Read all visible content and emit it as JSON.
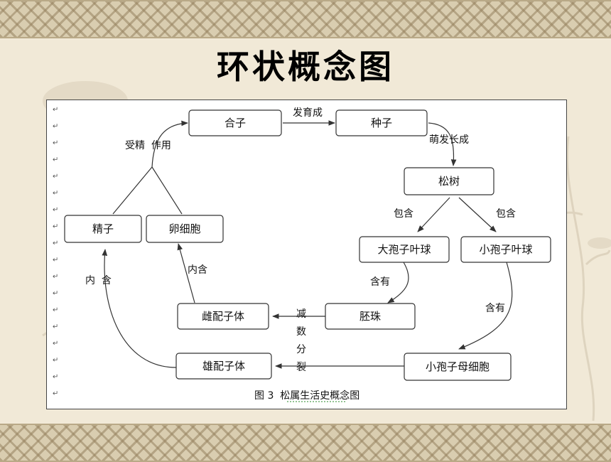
{
  "title": "环状概念图",
  "diagram": {
    "nodes": {
      "zygote": "合子",
      "seed": "种子",
      "pine": "松树",
      "megastrobilus": "大孢子叶球",
      "microstrobilus": "小孢子叶球",
      "sperm": "精子",
      "egg": "卵细胞",
      "female_gametophyte": "雌配子体",
      "ovule": "胚珠",
      "male_gametophyte": "雄配子体",
      "microspore_mother": "小孢子母细胞"
    },
    "edge_labels": {
      "develop": "发育成",
      "sprout": "萌发长成",
      "contains_left": "包含",
      "contains_right": "包含",
      "fertilization": "受精  作用",
      "has_ovule": "含有",
      "has_microspore": "含有",
      "inner_contain_left": "内  含",
      "inner_contain_right": "内含",
      "meiosis": [
        "减",
        "数",
        "分",
        "裂"
      ]
    },
    "caption": "图 3  松属生活史概念图"
  },
  "colors": {
    "background": "#f1e9d7",
    "border": "#d9cdb0",
    "panel": "#ffffff",
    "stroke": "#333333"
  }
}
